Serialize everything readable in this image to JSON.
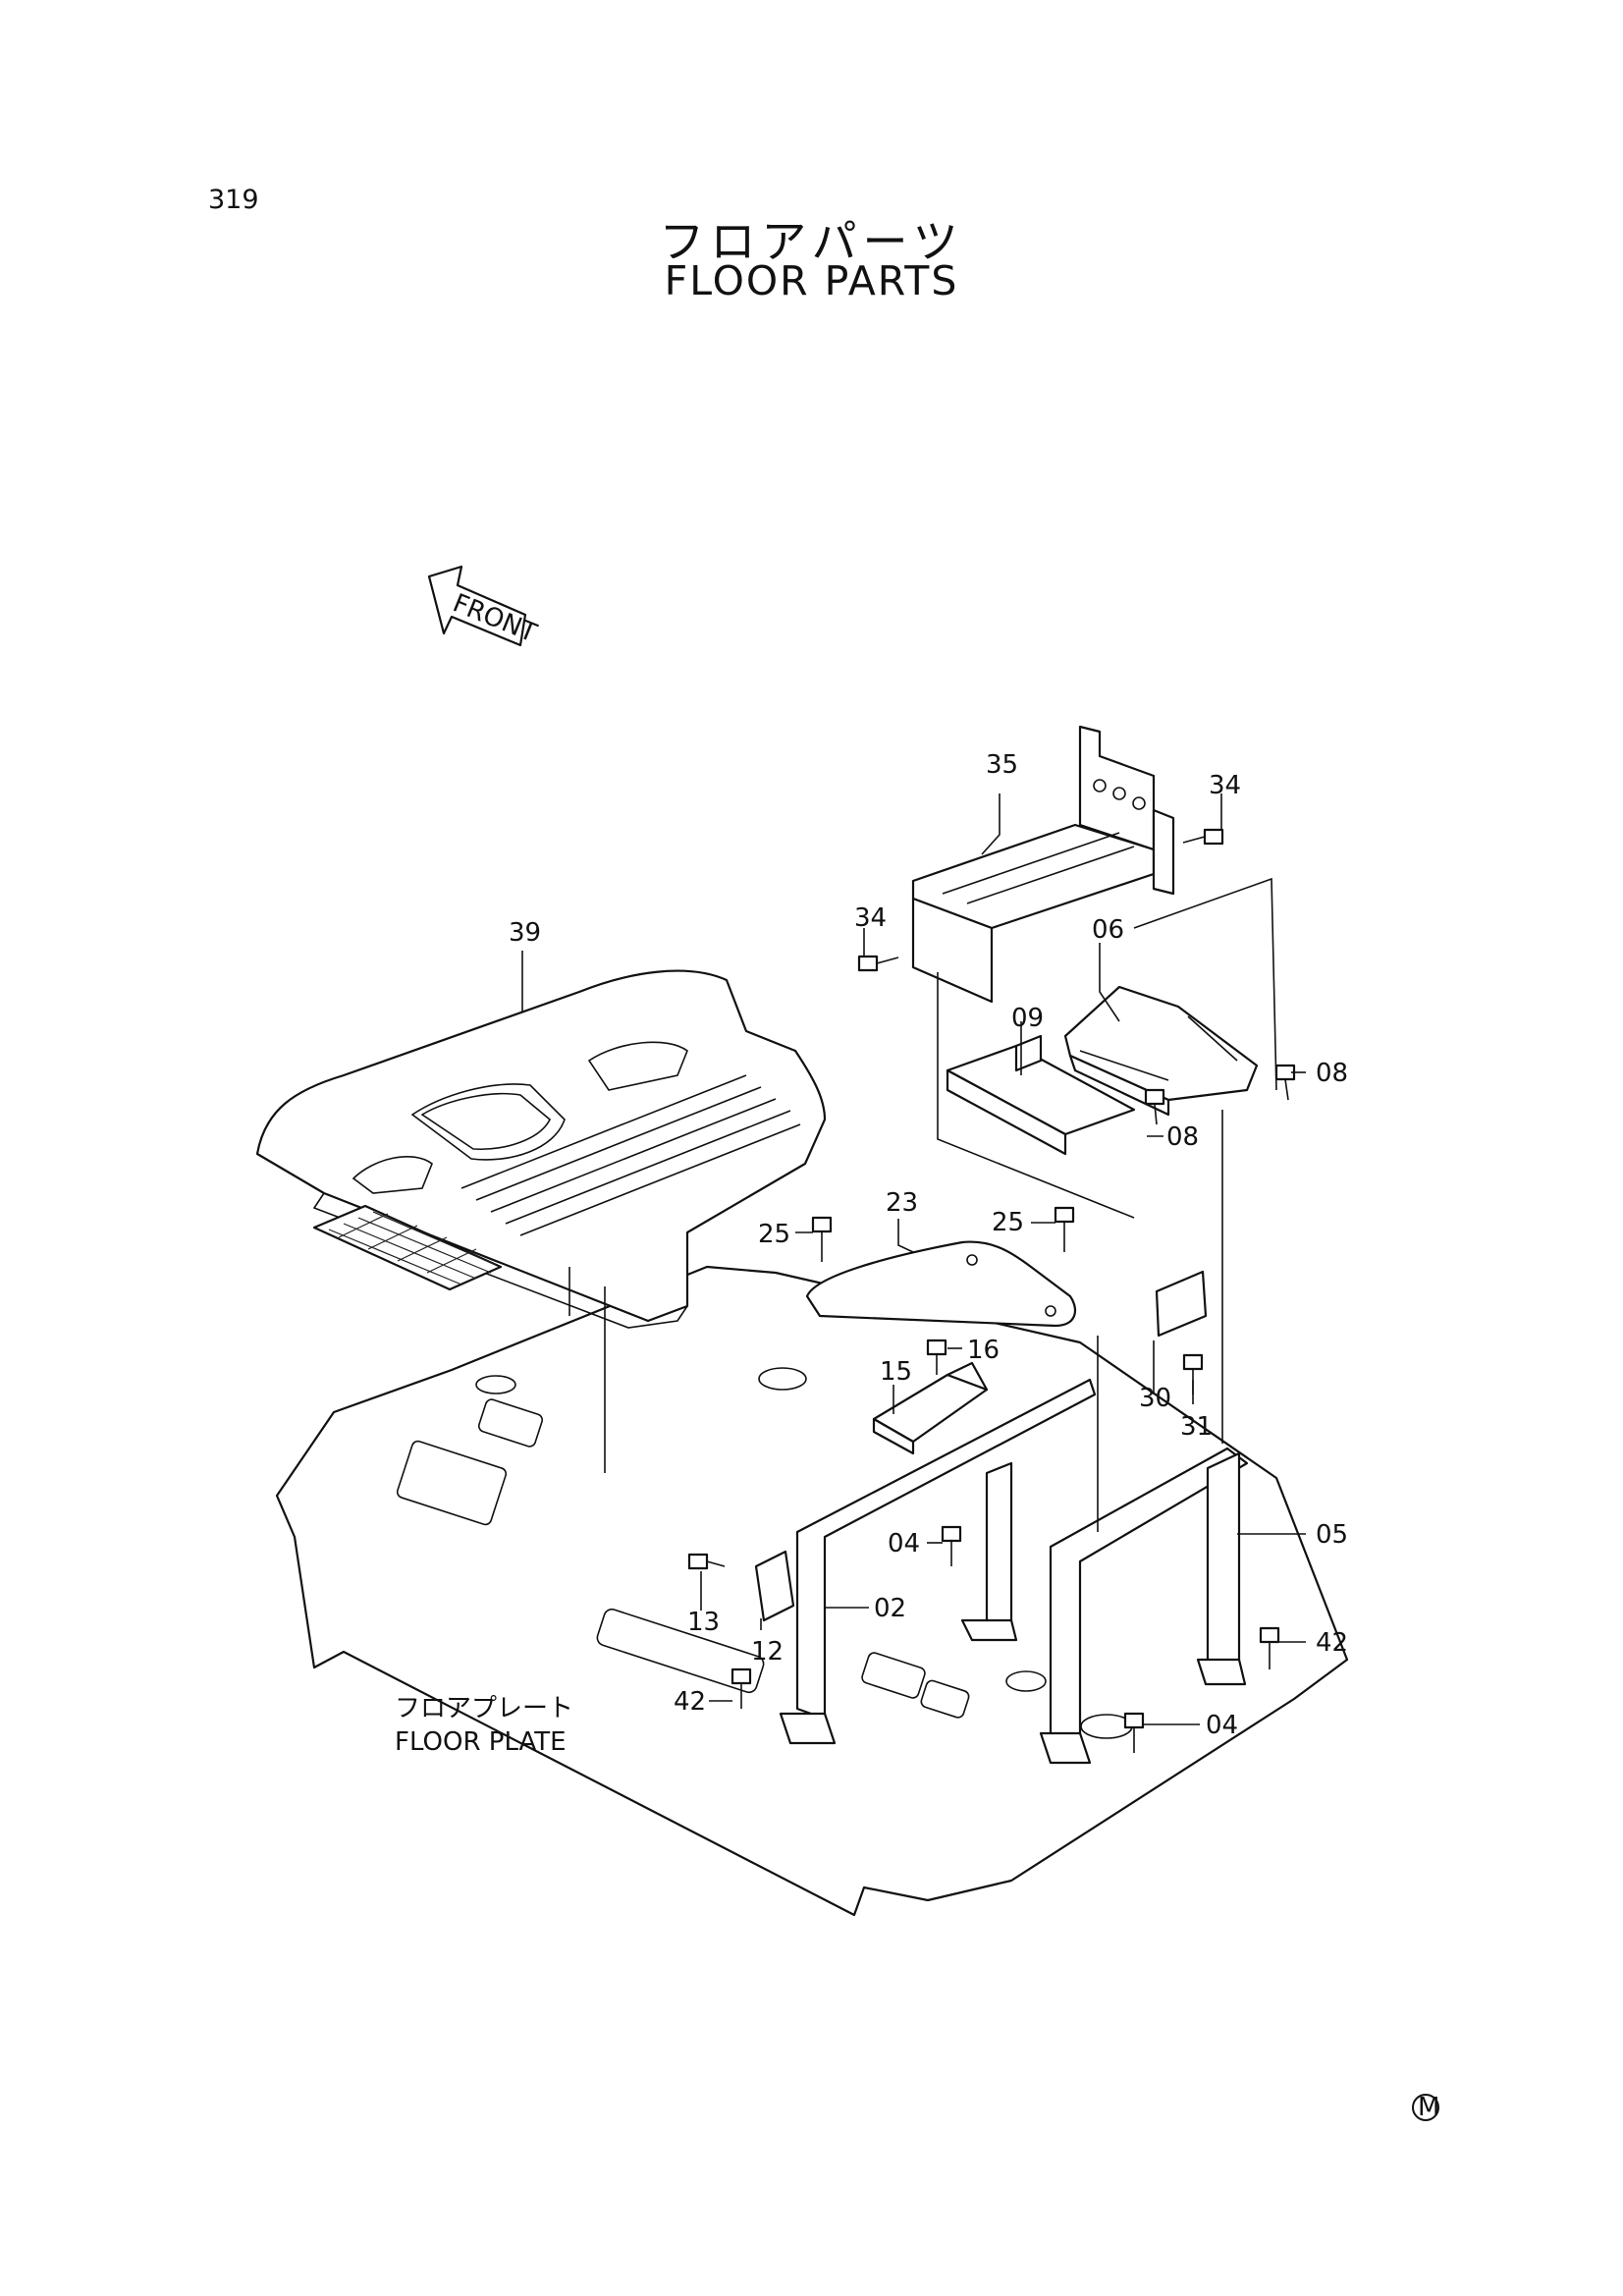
{
  "header": {
    "page_number": "319",
    "title_jp": "フロアパーツ",
    "title_en": "FLOOR PARTS"
  },
  "direction_marker": {
    "label": "FRONT"
  },
  "floor_plate": {
    "label_jp": "フロアプレート",
    "label_en": "FLOOR PLATE"
  },
  "callouts": [
    {
      "id": "c35",
      "label": "35"
    },
    {
      "id": "c34a",
      "label": "34"
    },
    {
      "id": "c34b",
      "label": "34"
    },
    {
      "id": "c06",
      "label": "06"
    },
    {
      "id": "c39",
      "label": "39"
    },
    {
      "id": "c09",
      "label": "09"
    },
    {
      "id": "c08a",
      "label": "08"
    },
    {
      "id": "c08b",
      "label": "08"
    },
    {
      "id": "c23",
      "label": "23"
    },
    {
      "id": "c25a",
      "label": "25"
    },
    {
      "id": "c25b",
      "label": "25"
    },
    {
      "id": "c16",
      "label": "16"
    },
    {
      "id": "c15",
      "label": "15"
    },
    {
      "id": "c30",
      "label": "30"
    },
    {
      "id": "c31",
      "label": "31"
    },
    {
      "id": "c05",
      "label": "05"
    },
    {
      "id": "c04a",
      "label": "04"
    },
    {
      "id": "c04b",
      "label": "04"
    },
    {
      "id": "c02",
      "label": "02"
    },
    {
      "id": "c13",
      "label": "13"
    },
    {
      "id": "c12",
      "label": "12"
    },
    {
      "id": "c42a",
      "label": "42"
    },
    {
      "id": "c42b",
      "label": "42"
    }
  ],
  "footer": {
    "mark": "M"
  }
}
